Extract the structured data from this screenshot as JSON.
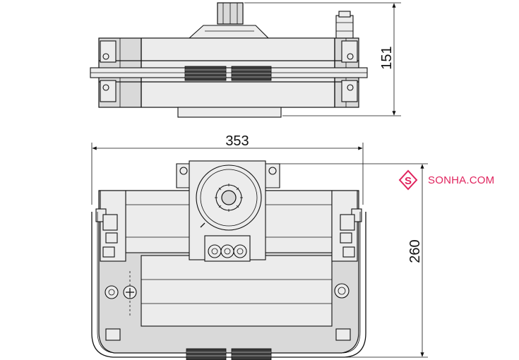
{
  "dimensions": {
    "height_top_view": "151",
    "width": "353",
    "depth": "260"
  },
  "watermark": {
    "text": "SONHA.COM",
    "logo_letter": "S",
    "color": "#e0245e"
  }
}
